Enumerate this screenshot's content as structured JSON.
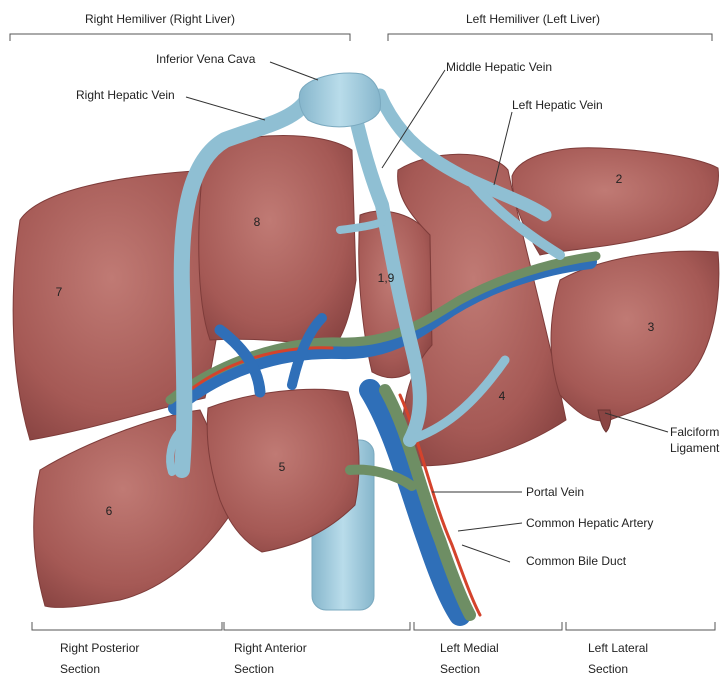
{
  "header": {
    "right_title": "Right Hemiliver (Right Liver)",
    "left_title": "Left Hemiliver (Left Liver)"
  },
  "labels": {
    "ivc": "Inferior Vena Cava",
    "rhv": "Right Hepatic Vein",
    "mhv": "Middle Hepatic Vein",
    "lhv": "Left Hepatic Vein",
    "falciform_line1": "Falciform",
    "falciform_line2": "Ligament",
    "portal_vein": "Portal Vein",
    "cha": "Common Hepatic Artery",
    "cbd": "Common Bile Duct"
  },
  "segments": {
    "s2": "2",
    "s3": "3",
    "s4": "4",
    "s5": "5",
    "s6": "6",
    "s7": "7",
    "s8": "8",
    "s19": "1,9"
  },
  "sections": {
    "right_posterior": {
      "line1": "Right Posterior",
      "line2": "Section"
    },
    "right_anterior": {
      "line1": "Right Anterior",
      "line2": "Section"
    },
    "left_medial": {
      "line1": "Left Medial",
      "line2": "Section"
    },
    "left_lateral": {
      "line1": "Left Lateral",
      "line2": "Section"
    }
  },
  "colors": {
    "liver": "#a85a56",
    "vein": "#9ec9dc",
    "portal": "#2f6fb8",
    "artery": "#d4432c",
    "bile": "#6e8e64"
  }
}
